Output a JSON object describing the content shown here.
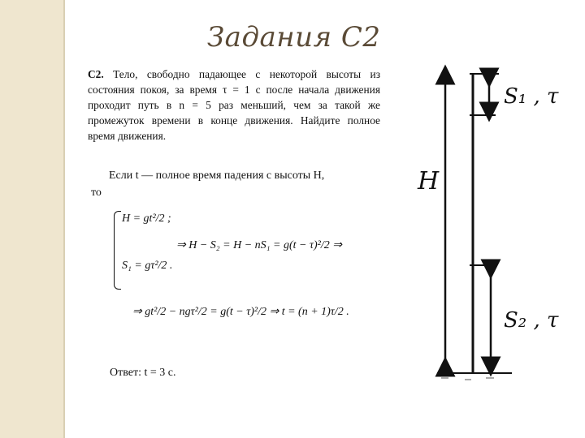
{
  "title": "Задания С2",
  "problem": {
    "label": "С2.",
    "text": "Тело, свободно падающее с некоторой высоты из состояния покоя, за время τ = 1 с после начала движения проходит путь в n = 5 раз меньший, чем за такой же промежуток времени в конце движения. Найдите полное время движения."
  },
  "solution": {
    "line1": "Если t — полное время падения с высоты H,",
    "line2": "то",
    "eq1": "H = gt²/2 ;",
    "eq2": "S₁ = gτ²/2 .",
    "eq_mid": "⇒ H − S₂ = H − nS₁ = g(t − τ)²/2 ⇒",
    "eq3": "⇒ gt²/2 − ngτ²/2 = g(t − τ)²/2 ⇒ t = (n + 1)τ/2 .",
    "answer": "Ответ: t = 3 с."
  },
  "diagram": {
    "label_H": "H",
    "label_s1": "S₁ , τ",
    "label_s2": "S₂ , τ"
  }
}
